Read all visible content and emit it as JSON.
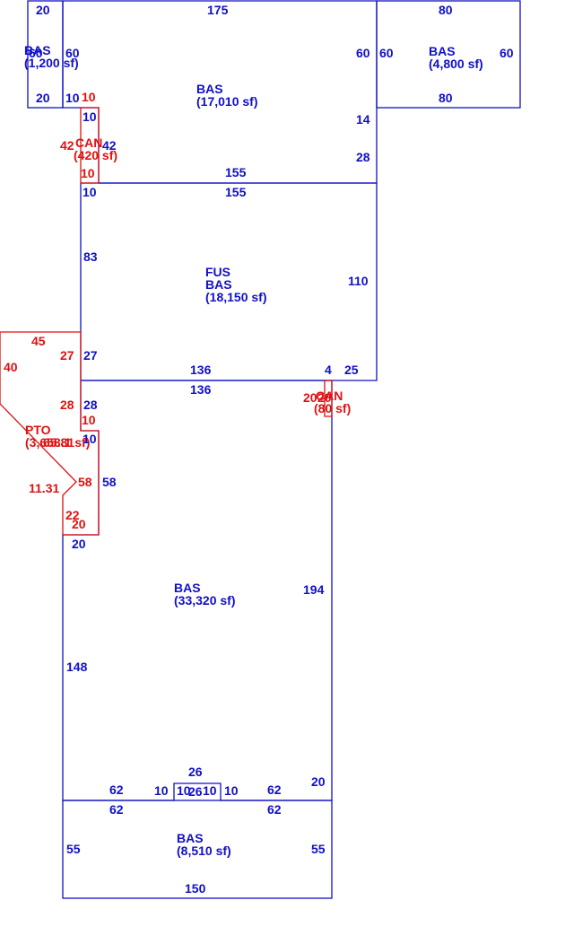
{
  "colors": {
    "building": "#1010c8",
    "accessory": "#e01010",
    "background": "#ffffff"
  },
  "areas": {
    "bas_small": {
      "code": "BAS",
      "area": "(1,200 sf)"
    },
    "bas_main": {
      "code": "BAS",
      "area": "(17,010 sf)"
    },
    "bas_east": {
      "code": "BAS",
      "area": "(4,800 sf)"
    },
    "can_upper": {
      "code": "CAN",
      "area": "(420 sf)"
    },
    "fus_bas": {
      "code1": "FUS",
      "code2": "BAS",
      "area": "(18,150 sf)"
    },
    "pto": {
      "code": "PTO",
      "area": "(3,658.1 sf)"
    },
    "can_lower": {
      "code": "CAN",
      "area": "(80 sf)"
    },
    "bas_large": {
      "code": "BAS",
      "area": "(33,320 sf)"
    },
    "bas_bottom": {
      "code": "BAS",
      "area": "(8,510 sf)"
    }
  },
  "dims": {
    "small_top": "20",
    "small_left": "60",
    "small_right": "60",
    "small_bottom": "20",
    "main_top": "175",
    "main_right_upper": "60",
    "main_right_mid": "14",
    "main_right_lower": "28",
    "main_bottom": "155",
    "main_notch": "10",
    "east_top": "80",
    "east_left": "60",
    "east_right": "60",
    "east_bottom": "80",
    "canu_top": "10",
    "canu_top_inner": "10",
    "canu_left": "42",
    "canu_right": "42",
    "canu_bottom": "10",
    "canu_bottom_inner": "10",
    "fus_top": "155",
    "fus_left_upper": "83",
    "fus_right": "110",
    "fus_left_lower": "27",
    "fus_bottom": "136",
    "fus_bottom_seg": "4",
    "fus_bottom_right": "25",
    "pto_top": "45",
    "pto_left": "40",
    "pto_right_upper": "27",
    "pto_right_mid": "28",
    "pto_notch": "10",
    "pto_diag_a": "65.81",
    "pto_diag_b": "11.31",
    "pto_right_lower": "58",
    "pto_bottom_v": "22",
    "pto_bottom": "20",
    "canl_left": "20",
    "canl_right": "20",
    "large_top_seg": "136",
    "large_left_upper": "28",
    "large_left_notch": "10",
    "large_left_mid": "58",
    "large_left_step": "20",
    "large_left_lower": "148",
    "large_right": "194",
    "large_right_lower": "20",
    "large_bottom_left": "62",
    "large_bottom_notch_l": "10",
    "large_bottom_notch_top": "26",
    "large_bottom_notch_r": "10",
    "large_bottom_right": "62",
    "bottom_top_left": "62",
    "bottom_notch_bottom": "26",
    "bottom_top_right": "62",
    "bottom_left": "55",
    "bottom_right": "55",
    "bottom_bottom": "150"
  }
}
